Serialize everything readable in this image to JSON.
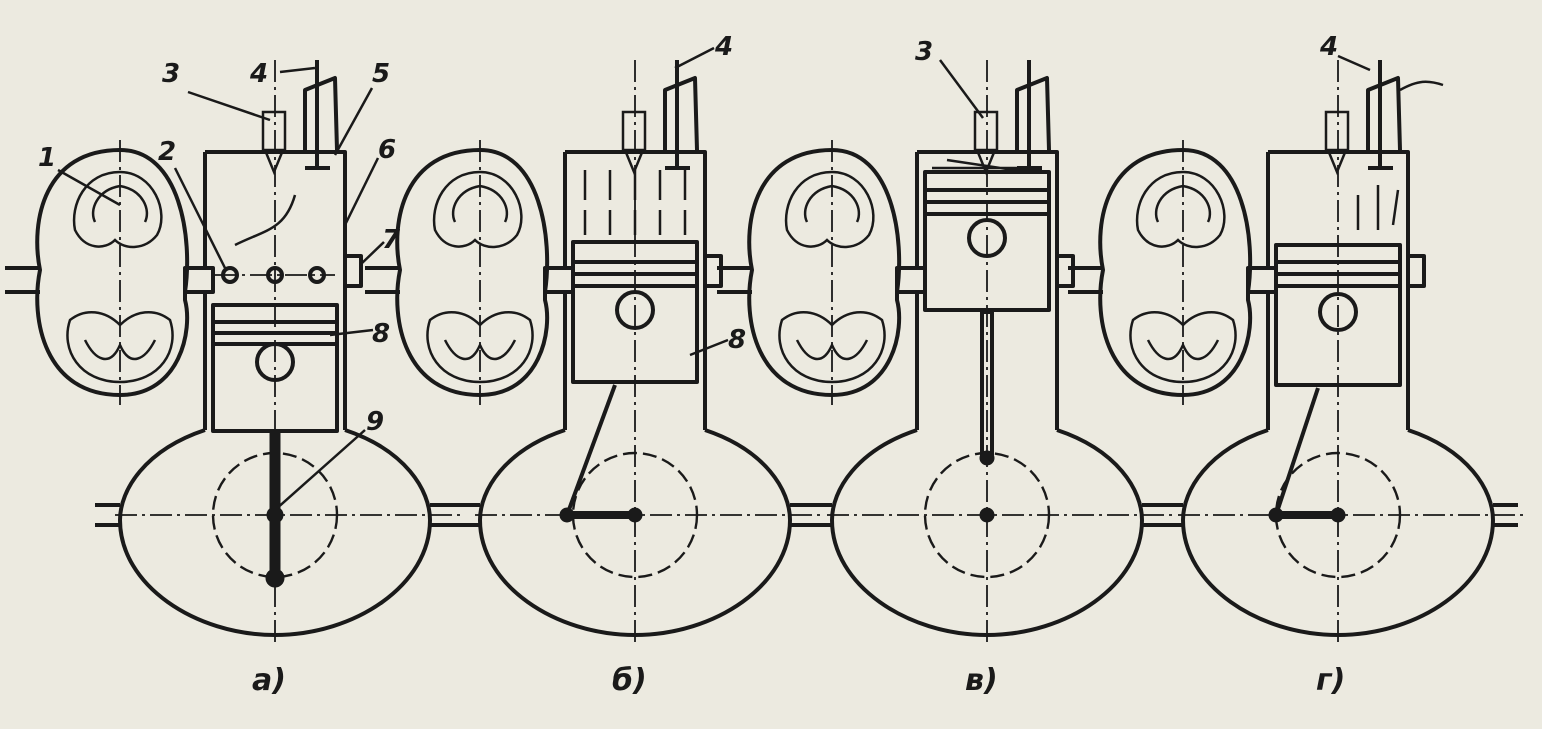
{
  "diagram": {
    "callouts": [
      "1",
      "2",
      "3",
      "4",
      "5",
      "6",
      "7",
      "8",
      "9"
    ],
    "captions": [
      "а)",
      "б)",
      "в)",
      "г)"
    ],
    "panel_b_labels": [
      "4",
      "8"
    ],
    "panel_c_labels": [
      "3"
    ],
    "panel_d_labels": [
      "4"
    ]
  },
  "colors": {
    "paper": "#eceae0",
    "ink": "#1a1a1a"
  },
  "icons": {
    "blower": "roots-blower-icon",
    "injector": "fuel-injector-icon",
    "exhaust_valve": "exhaust-valve-icon",
    "piston": "piston-icon",
    "crankshaft": "crankshaft-icon"
  }
}
